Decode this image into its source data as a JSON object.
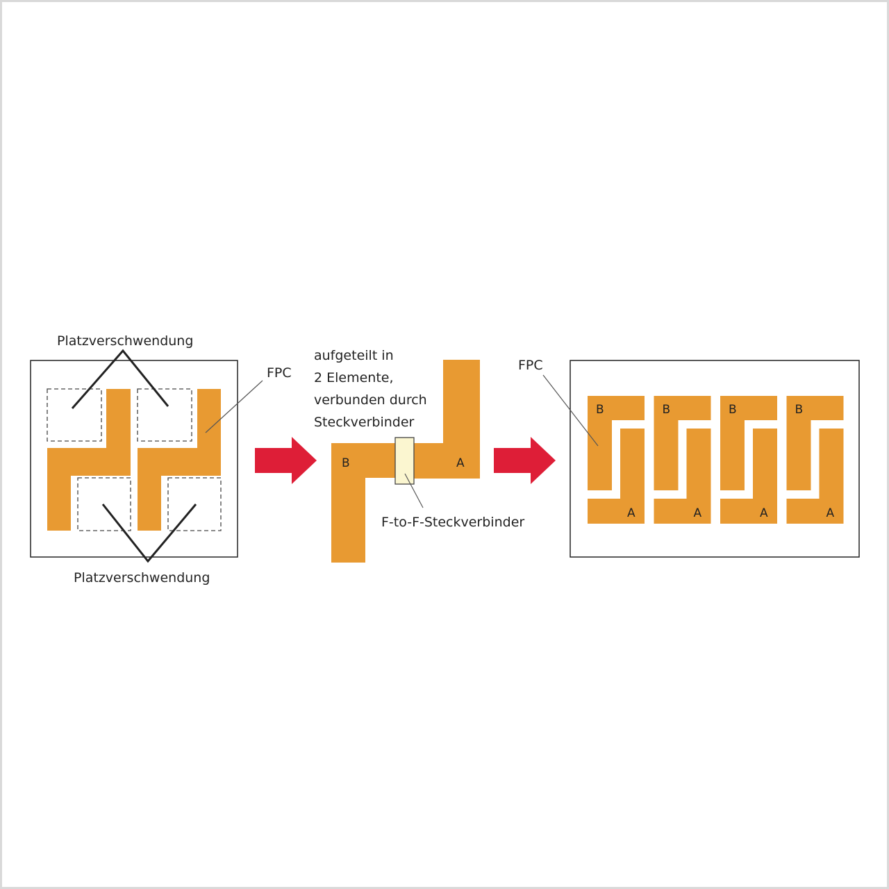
{
  "colors": {
    "fpc": "#E89A32",
    "connector": "#FBF6D0",
    "arrow": "#DE1E37",
    "frame": "#D9D9D9",
    "line": "#222222",
    "leader": "#555555"
  },
  "left_panel": {
    "waste_label_top": "Platzverschwendung",
    "waste_label_bottom": "Platzverschwendung",
    "fpc_label": "FPC"
  },
  "middle_panel": {
    "description": [
      "aufgeteilt in",
      "2 Elemente,",
      "verbunden durch",
      "Steckverbinder"
    ],
    "label_b": "B",
    "label_a": "A",
    "connector_label": "F-to-F-Steckverbinder"
  },
  "right_panel": {
    "fpc_label": "FPC",
    "pieces": [
      {
        "top": "B",
        "bottom": "A"
      },
      {
        "top": "B",
        "bottom": "A"
      },
      {
        "top": "B",
        "bottom": "A"
      },
      {
        "top": "B",
        "bottom": "A"
      }
    ]
  },
  "icons": [
    "arrow-right-icon",
    "arrow-right-icon"
  ]
}
